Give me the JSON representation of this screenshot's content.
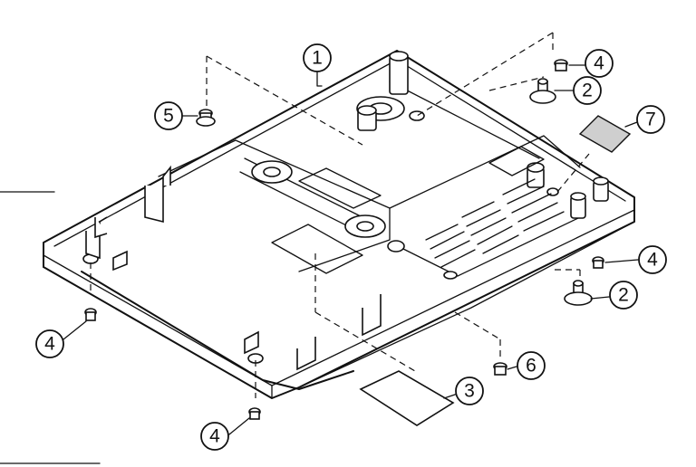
{
  "callouts": [
    {
      "id": "c1",
      "label": "1"
    },
    {
      "id": "c2a",
      "label": "2"
    },
    {
      "id": "c2b",
      "label": "2"
    },
    {
      "id": "c3",
      "label": "3"
    },
    {
      "id": "c4a",
      "label": "4"
    },
    {
      "id": "c4b",
      "label": "4"
    },
    {
      "id": "c4c",
      "label": "4"
    },
    {
      "id": "c4d",
      "label": "4"
    },
    {
      "id": "c5",
      "label": "5"
    },
    {
      "id": "c6",
      "label": "6"
    },
    {
      "id": "c7",
      "label": "7"
    }
  ]
}
